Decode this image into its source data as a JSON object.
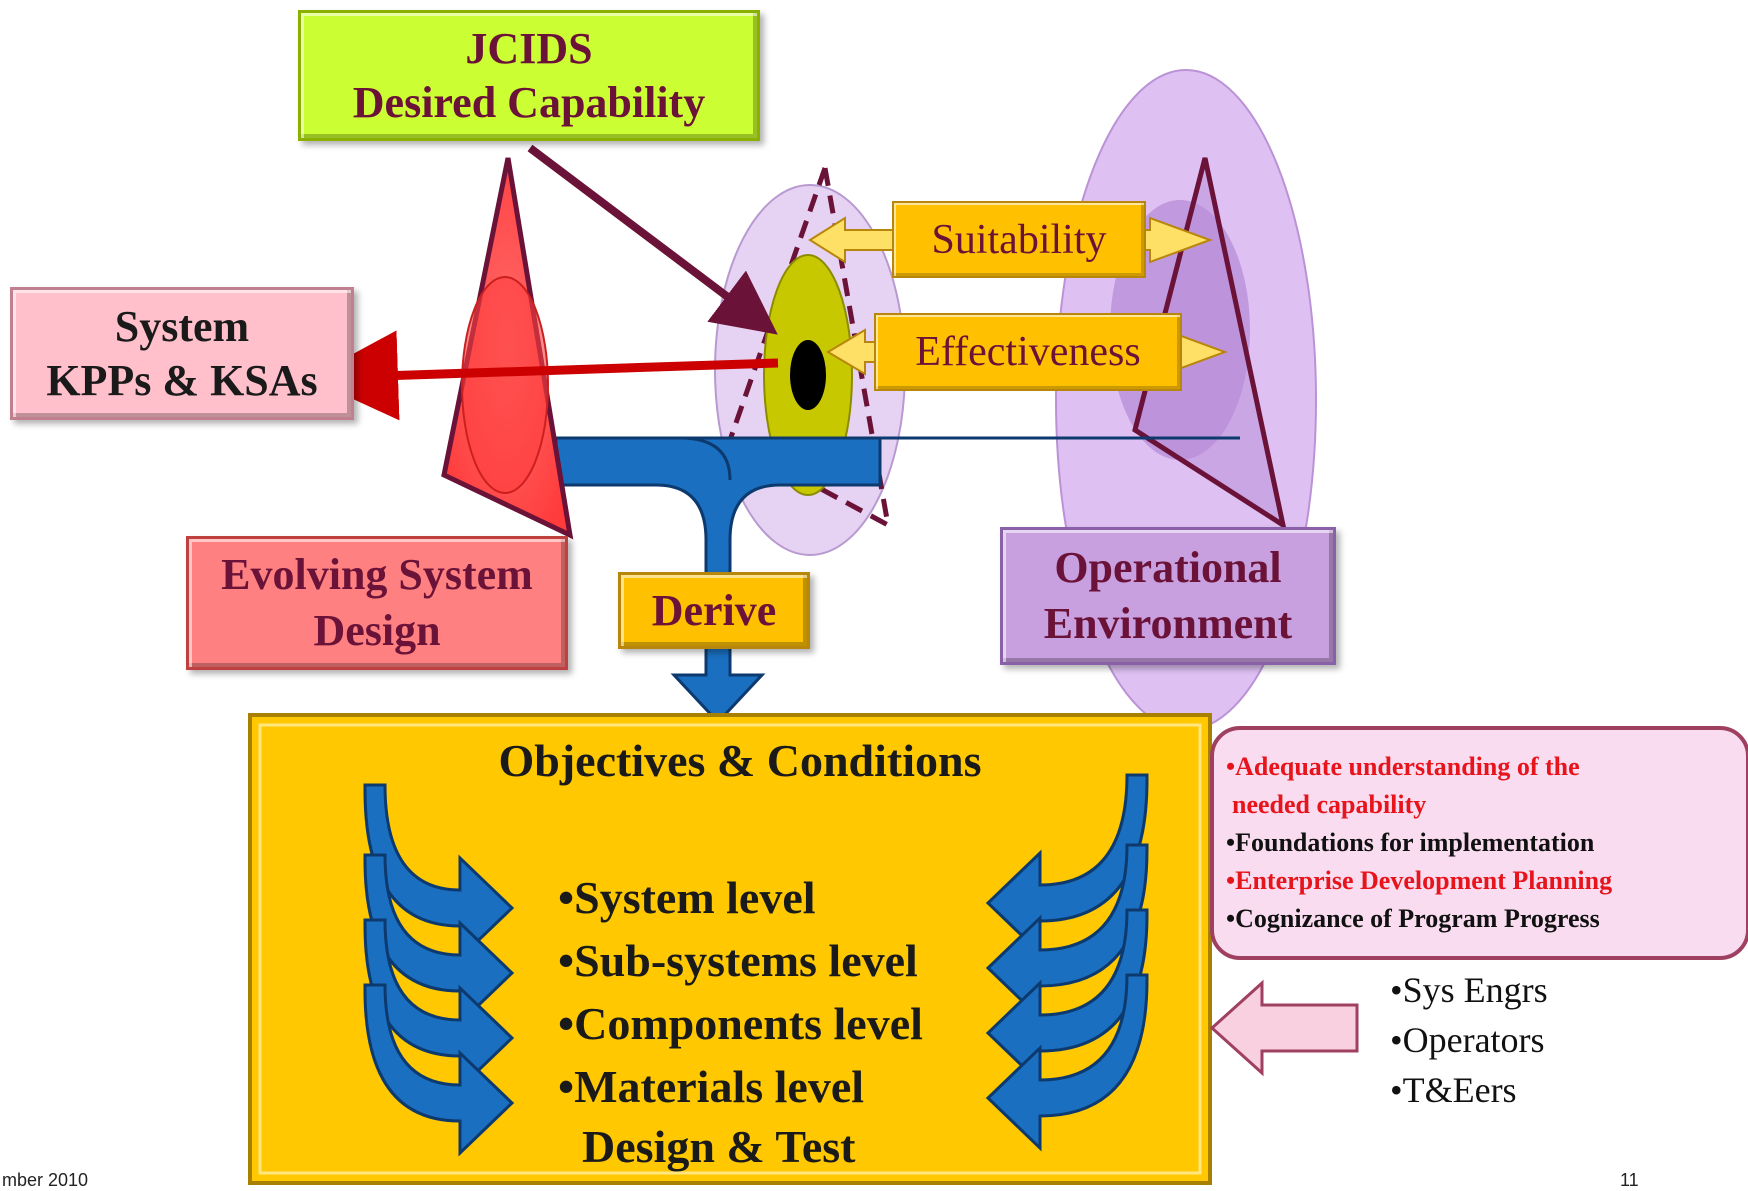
{
  "jcids_box": {
    "line1": "JCIDS",
    "line2": "Desired Capability"
  },
  "system_box": {
    "line1": "System",
    "line2": "KPPs & KSAs"
  },
  "evolving_box": {
    "line1": "Evolving System",
    "line2": "Design"
  },
  "derive_label": "Derive",
  "operational_box": {
    "line1": "Operational",
    "line2": "Environment"
  },
  "suitability_label": "Suitability",
  "effectiveness_label": "Effectiveness",
  "objectives": {
    "title": "Objectives & Conditions",
    "levels": [
      "•System level",
      "•Sub-systems level",
      "•Components level",
      "•Materials level"
    ],
    "footer": "Design & Test"
  },
  "callout": {
    "items": [
      {
        "text": "•Adequate understanding of the",
        "color": "#e8141c"
      },
      {
        "text": " needed capability",
        "color": "#e8141c"
      },
      {
        "text": "•Foundations for implementation",
        "color": "#111111"
      },
      {
        "text": "•Enterprise Development Planning",
        "color": "#e8141c"
      },
      {
        "text": "•Cognizance of Program Progress",
        "color": "#111111"
      }
    ]
  },
  "roles": [
    "•Sys Engrs",
    "•Operators",
    "•T&Eers"
  ],
  "footer_left": "mber 2010",
  "footer_right": "11",
  "colors": {
    "maroon": "#6b1238",
    "gold": "#ffc000",
    "blue": "#1a6fc0",
    "lime": "#ccff33",
    "pink": "#ffc0cb",
    "lavender": "#c8a0e0"
  }
}
